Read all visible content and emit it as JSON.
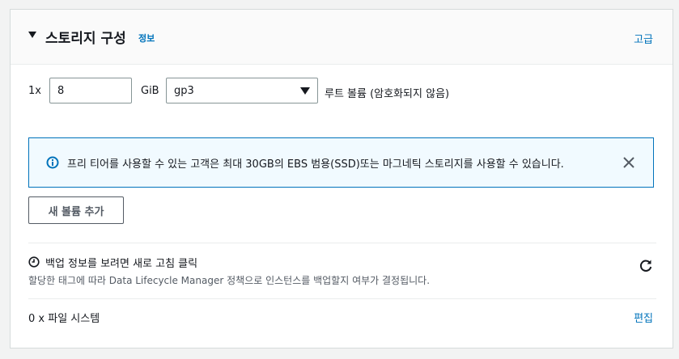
{
  "storage": {
    "title": "스토리지 구성",
    "info_link": "정보",
    "advanced_link": "고급",
    "volume": {
      "count": "1x",
      "size_value": "8",
      "unit": "GiB",
      "type_value": "gp3",
      "label": "루트 볼륨  (암호화되지 않음)"
    },
    "alert": {
      "message": "프리 티어를 사용할 수 있는 고객은 최대 30GB의 EBS 범용(SSD)또는 마그네틱 스토리지를 사용할 수 있습니다."
    },
    "add_volume_button": "새 볼륨 추가",
    "backup": {
      "title": "백업 정보를 보려면 새로 고침 클릭",
      "description": "할당한 태그에 따라 Data Lifecycle Manager 정책으로 인스턴스를 백업할지 여부가 결정됩니다."
    },
    "file_systems": {
      "label": "0 x 파일 시스템",
      "edit_link": "편집"
    }
  },
  "icons": {
    "caret": "caret-down-icon",
    "info": "info-circle-icon",
    "close": "close-icon",
    "select": "triangle-down-icon",
    "clock": "clock-icon",
    "refresh": "refresh-icon"
  },
  "colors": {
    "link": "#0073bb",
    "alert_bg": "#f1faff",
    "alert_border": "#0073bb",
    "text": "#16191f",
    "muted": "#545b64"
  }
}
